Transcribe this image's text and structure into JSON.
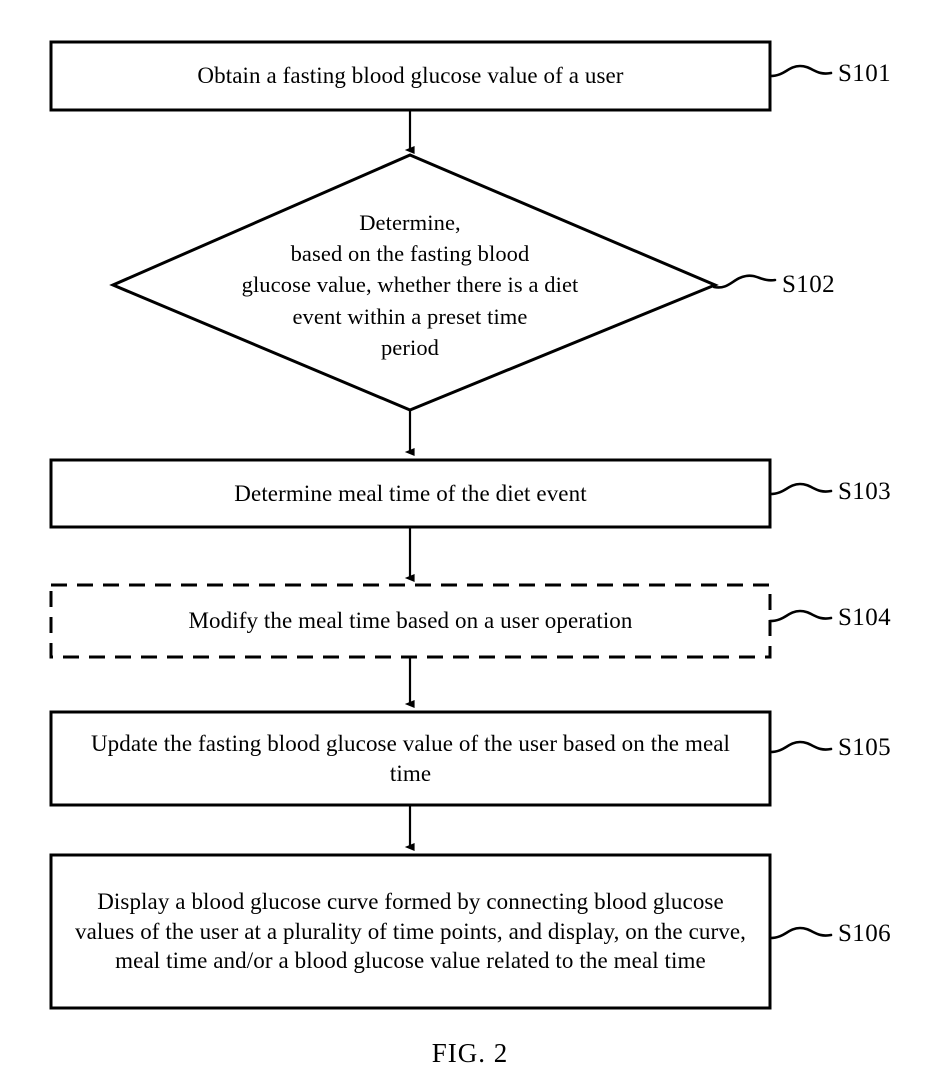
{
  "figure": {
    "caption": "FIG. 2",
    "type": "flowchart"
  },
  "nodes": [
    {
      "id": "S101",
      "shape": "rectangle",
      "text": "Obtain a fasting blood glucose value of a user",
      "label": "S101"
    },
    {
      "id": "S102",
      "shape": "diamond",
      "text": "Determine,\nbased on the fasting blood\nglucose value, whether there is a diet\nevent within a preset time\nperiod",
      "label": "S102"
    },
    {
      "id": "S103",
      "shape": "rectangle",
      "text": "Determine meal time of the diet event",
      "label": "S103"
    },
    {
      "id": "S104",
      "shape": "rectangle-dashed",
      "text": "Modify the meal time based on a user operation",
      "label": "S104"
    },
    {
      "id": "S105",
      "shape": "rectangle",
      "text": "Update the fasting blood glucose value of the user based on the meal time",
      "label": "S105"
    },
    {
      "id": "S106",
      "shape": "rectangle",
      "text": "Display a blood glucose curve formed by connecting blood glucose values of the user at a plurality of time points, and display, on the curve, meal time and/or a blood glucose value related to the meal time",
      "label": "S106"
    }
  ],
  "colors": {
    "stroke": "#000000",
    "fill": "#ffffff",
    "text": "#000000"
  }
}
